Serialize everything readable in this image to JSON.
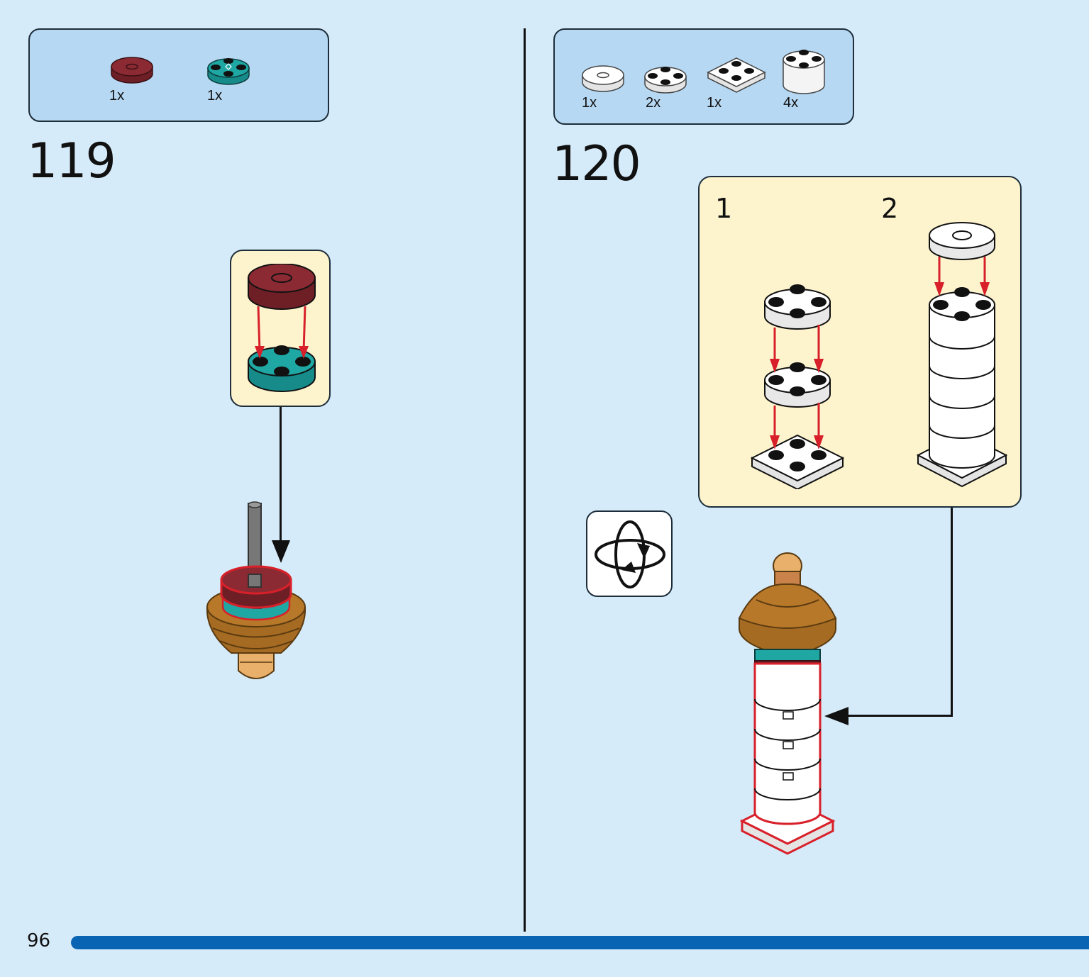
{
  "page": {
    "number": "96",
    "progress_fraction": 0.93
  },
  "step119": {
    "number": "119",
    "parts": [
      {
        "qty": "1x",
        "part": "dark-red-round-tile",
        "color": "#8b2a32"
      },
      {
        "qty": "1x",
        "part": "teal-round-plate",
        "color": "#1fa7a4"
      }
    ]
  },
  "step120": {
    "number": "120",
    "parts": [
      {
        "qty": "1x",
        "part": "white-round-tile",
        "color": "#ffffff"
      },
      {
        "qty": "2x",
        "part": "white-round-plate",
        "color": "#ffffff"
      },
      {
        "qty": "1x",
        "part": "white-plate-2x2",
        "color": "#ffffff"
      },
      {
        "qty": "4x",
        "part": "white-round-brick",
        "color": "#ffffff"
      }
    ],
    "substeps": [
      {
        "label": "1"
      },
      {
        "label": "2"
      }
    ],
    "rotate_icon": "rotate-model-icon"
  },
  "colors": {
    "page_bg": "#d6ebf9",
    "parts_bg": "#b7d8f2",
    "callout_bg": "#fdf3cd",
    "arrow_red": "#d8202a",
    "progress_blue": "#0a64b4"
  }
}
